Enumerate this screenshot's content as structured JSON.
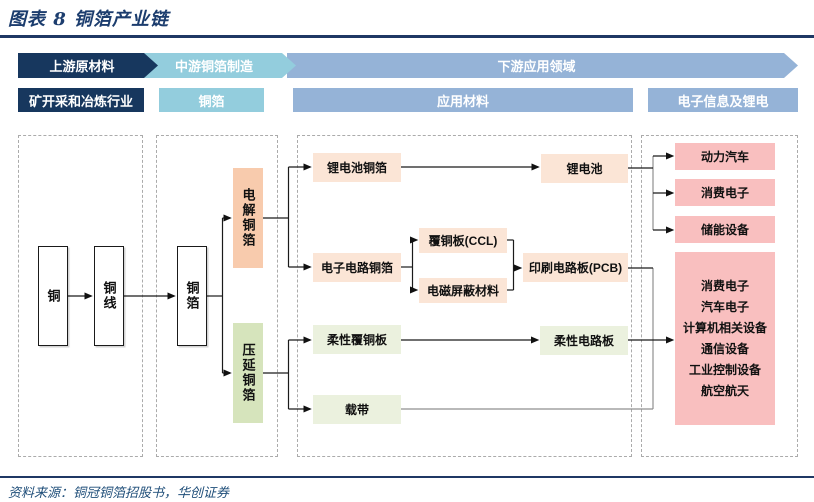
{
  "title": "图表 8  铜箔产业链",
  "footer": {
    "source": "资料来源：铜冠铜箔招股书，华创证券"
  },
  "stage_banners": [
    {
      "label": "上游原材料"
    },
    {
      "label": "中游铜箔制造"
    },
    {
      "label": "下游应用领域"
    }
  ],
  "section_headers": [
    {
      "label": "矿开采和冶炼行业"
    },
    {
      "label": "铜箔"
    },
    {
      "label": "应用材料"
    },
    {
      "label": "电子信息及锂电"
    }
  ],
  "nodes": {
    "copper": "铜",
    "copper_wire": "铜线",
    "copper_foil": "铜箔",
    "electrolytic_foil": "电解铜箔",
    "rolled_foil": "压延铜箔",
    "battery_foil": "锂电池铜箔",
    "circuit_foil": "电子电路铜箔",
    "ccl": "覆铜板(CCL)",
    "emi_material": "电磁屏蔽材料",
    "pcb": "印刷电路板(PCB)",
    "fccl": "柔性覆铜板",
    "carrier_tape": "载带",
    "fpc": "柔性电路板",
    "battery": "锂电池",
    "ev": "动力汽车",
    "consumer_electronics": "消费电子",
    "energy_storage": "储能设备",
    "end_applications": "消费电子\n汽车电子\n计算机相关设备\n通信设备\n工业控制设备\n航空航天"
  },
  "colors": {
    "navy": "#17375e",
    "light_blue": "#93cddd",
    "mid_blue": "#95b3d7",
    "peach_dark": "#f8cbad",
    "peach_light": "#fbe5d6",
    "green_dark": "#d6e4bc",
    "green_light": "#ebf1de",
    "pink": "#f9bfbf"
  }
}
